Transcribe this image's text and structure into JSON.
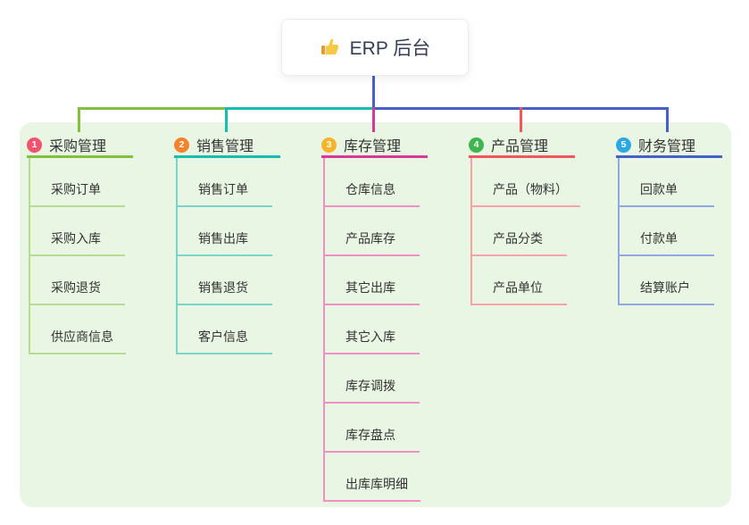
{
  "root": {
    "title": "ERP 后台",
    "icon": "thumbs-up-icon"
  },
  "colors": {
    "canvas_bg": "#e9f6e3",
    "root_line": "#4560c7",
    "text": "#333333",
    "root_text": "#373d53"
  },
  "branches": [
    {
      "badge": "1",
      "label": "采购管理",
      "badge_color": "#f3536e",
      "main_color": "#82c140",
      "light_color": "#b5db95",
      "children": [
        "采购订单",
        "采购入库",
        "采购退货",
        "供应商信息"
      ]
    },
    {
      "badge": "2",
      "label": "销售管理",
      "badge_color": "#f5822c",
      "main_color": "#14bcb2",
      "light_color": "#7ad4c8",
      "children": [
        "销售订单",
        "销售出库",
        "销售退货",
        "客户信息"
      ]
    },
    {
      "badge": "3",
      "label": "库存管理",
      "badge_color": "#f6b42b",
      "main_color": "#d83898",
      "light_color": "#f090c4",
      "children": [
        "仓库信息",
        "产品库存",
        "其它出库",
        "其它入库",
        "库存调拨",
        "库存盘点",
        "出库库明细"
      ]
    },
    {
      "badge": "4",
      "label": "产品管理",
      "badge_color": "#3eb54e",
      "main_color": "#f2555d",
      "light_color": "#f8a3a8",
      "children": [
        "产品（物料）",
        "产品分类",
        "产品单位"
      ]
    },
    {
      "badge": "5",
      "label": "财务管理",
      "badge_color": "#2ba7e1",
      "main_color": "#4560c7",
      "light_color": "#93a8e0",
      "children": [
        "回款单",
        "付款单",
        "结算账户"
      ]
    }
  ]
}
